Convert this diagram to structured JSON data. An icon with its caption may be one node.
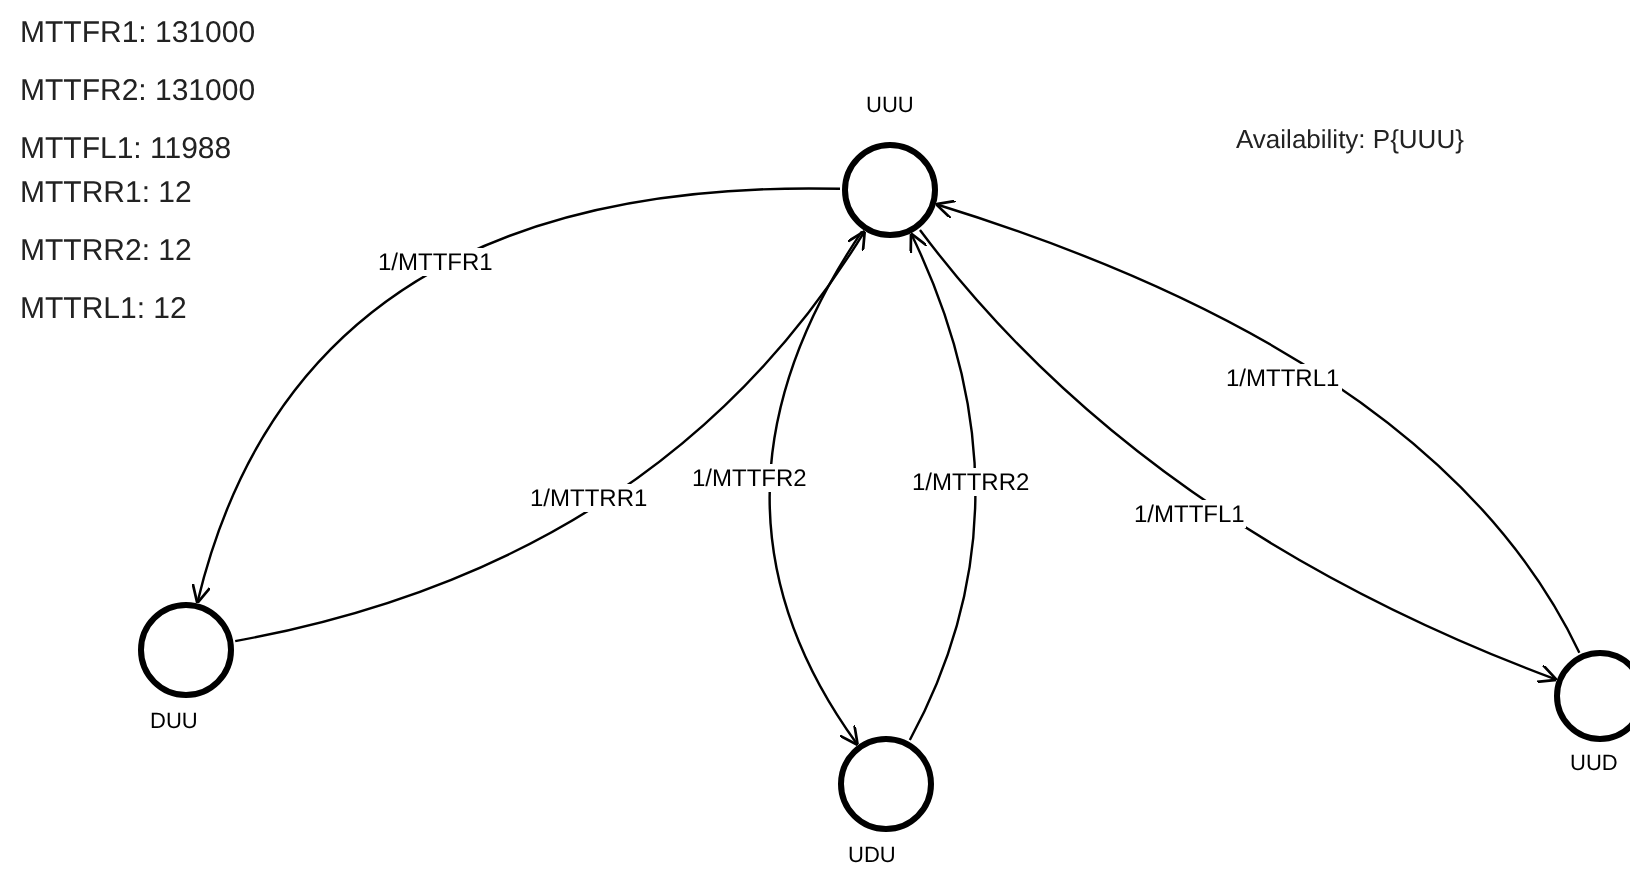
{
  "diagram": {
    "nodes": [
      {
        "text": [
          "UUU"
        ]
      },
      {
        "text": [
          "DUU"
        ]
      },
      {
        "text": [
          "UDU"
        ]
      },
      {
        "text": [
          "UUD"
        ]
      }
    ],
    "edges": [
      {
        "from": 0,
        "to": 1,
        "arrow": "to",
        "label": "1/MTTFR1"
      },
      {
        "from": 1,
        "to": 0,
        "arrow": "to",
        "label": "1/MTTRR1"
      },
      {
        "from": 0,
        "to": 2,
        "arrow": "to",
        "label": "1/MTTFR2"
      },
      {
        "from": 2,
        "to": 0,
        "arrow": "to",
        "label": "1/MTTRR2"
      },
      {
        "from": 0,
        "to": 3,
        "arrow": "to",
        "label": "1/MTTFL1"
      },
      {
        "from": 3,
        "to": 0,
        "arrow": "to",
        "label": "1/MTTRL1"
      }
    ],
    "labels": [
      "MTTFR1: 131000",
      "MTTFR2: 131000",
      "MTTFL1: 11988",
      "MTTRR1: 12",
      "MTTRR2: 12",
      "MTTRL1: 12",
      "Availability: P{UUU}"
    ]
  }
}
